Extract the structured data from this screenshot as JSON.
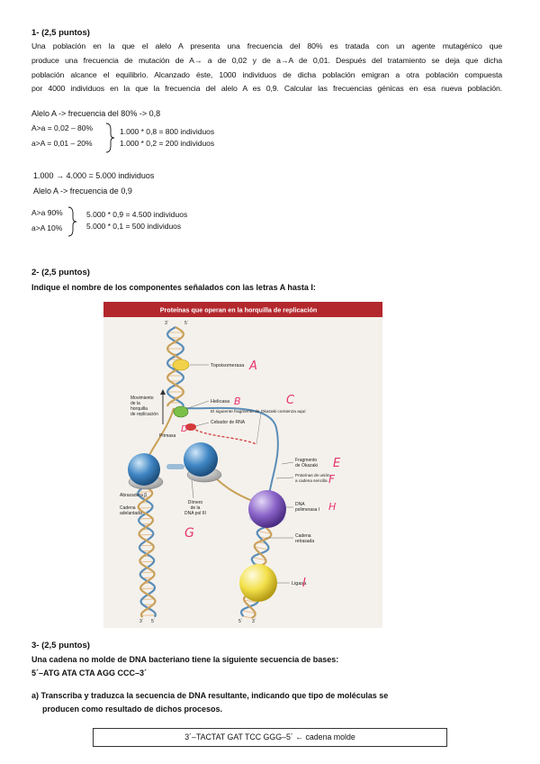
{
  "q1": {
    "heading": "1- (2,5 puntos)",
    "lines": [
      "Una población en la que el alelo A presenta una frecuencia del 80% es tratada con un agente mutagénico que",
      "produce una frecuencia de mutación de A→ a de 0,02 y de a→A de 0,01. Después del tratamiento se deja que dicha",
      "población alcance el equilibrio. Alcanzado éste, 1000 individuos de dicha población emigran a otra población compuesta",
      "por 4000 individuos en la que la frecuencia del alelo A es 0,9. Calcular las frecuencias génicas en esa nueva población."
    ],
    "calc": {
      "l1": "Alelo A -> frecuencia del 80% -> 0,8",
      "r1a": "A>a = 0,02 – 80%",
      "r1b": "a>A = 0,01 – 20%",
      "c1a": "1.000 * 0,8 = 800 individuos",
      "c1b": "1.000 * 0,2 = 200 individuos",
      "l2": "1.000 → 4.000 = 5.000 individuos",
      "l3": "Alelo A -> frecuencia de 0,9",
      "r2a": "A>a 90%",
      "r2b": "a>A 10%",
      "c2a": "5.000 * 0,9 = 4.500 individuos",
      "c2b": "5.000 * 0,1 = 500 individuos"
    }
  },
  "q2": {
    "heading": "2- (2,5 puntos)",
    "instruction": "Indique el nombre de los componentes señalados con las letras A hasta I:",
    "figure": {
      "title": "Proteínas que operan en la horquilla de replicación",
      "topoisomerase": "Topoisomerasa",
      "movement": [
        "Movimiento",
        "de la",
        "horquilla",
        "de replicación"
      ],
      "helicase": "Helicasa",
      "okazaki_next": "El siguiente fragmento de Okazaki comienza aquí",
      "primer": "Cebador de RNA",
      "primase": "Primasa",
      "okazaki_fragment": [
        "Fragmento",
        "de Okazaki"
      ],
      "ssb": [
        "Proteínas de unión",
        "a cadena sencilla"
      ],
      "clamp": "Abrazadera β",
      "leading": [
        "Cadena",
        "adelantada"
      ],
      "dimer": [
        "Dímero",
        "de la",
        "DNA pol III"
      ],
      "pol1": [
        "DNA",
        "polimerasa I"
      ],
      "lagging": [
        "Cadena",
        "retrasada"
      ],
      "ligase": "Ligasa",
      "end3": "3´",
      "end5": "5´",
      "letters": {
        "A": "A",
        "B": "B",
        "C": "C",
        "D": "D",
        "E": "E",
        "F": "F",
        "G": "G",
        "H": "H",
        "I": "I"
      }
    }
  },
  "q3": {
    "heading": "3- (2,5 puntos)",
    "statement": "Una cadena no molde de DNA bacteriano tiene la siguiente secuencia de bases:",
    "sequence": "5´–ATG ATA CTA AGG CCC–3´",
    "part_a_line1": "a) Transcriba y traduzca la secuencia de DNA resultante, indicando que tipo de moléculas se",
    "part_a_line2": "producen como resultado de dichos procesos.",
    "answer": "3´–TACTAT GAT TCC GGG–5´ ← cadena molde"
  },
  "colors": {
    "header_red": "#b3282d",
    "handwriting_pink": "#e8336e",
    "strand_blue": "#5a8db8",
    "strand_tan": "#c9a05a",
    "polymerase_blue": "#3f86c4",
    "pol1_purple": "#8a63c8",
    "ligase_yellow": "#f2e04a",
    "helicase_green": "#7cc04a"
  }
}
